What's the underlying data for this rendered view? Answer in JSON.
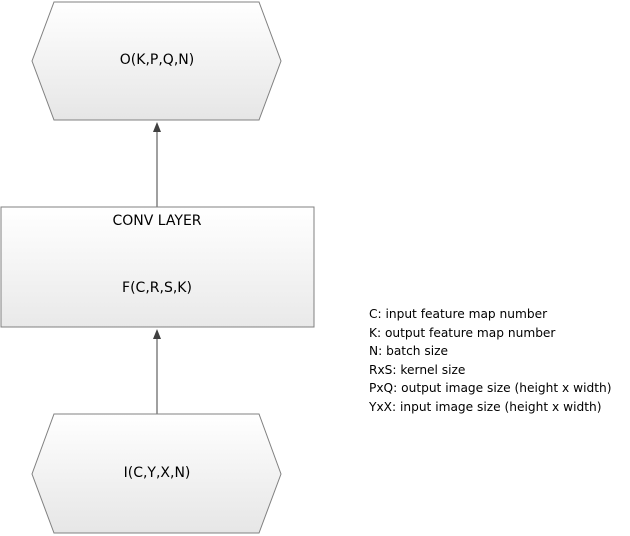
{
  "output_node": {
    "label": "O(K,P,Q,N)"
  },
  "conv_layer": {
    "title": "CONV LAYER",
    "label": "F(C,R,S,K)"
  },
  "input_node": {
    "label": "I(C,Y,X,N)"
  },
  "legend": [
    "C: input feature map number",
    "K: output feature map number",
    "N: batch size",
    "RxS: kernel size",
    "PxQ: output image size  (height x width)",
    "YxX: input image size (height x width)"
  ]
}
